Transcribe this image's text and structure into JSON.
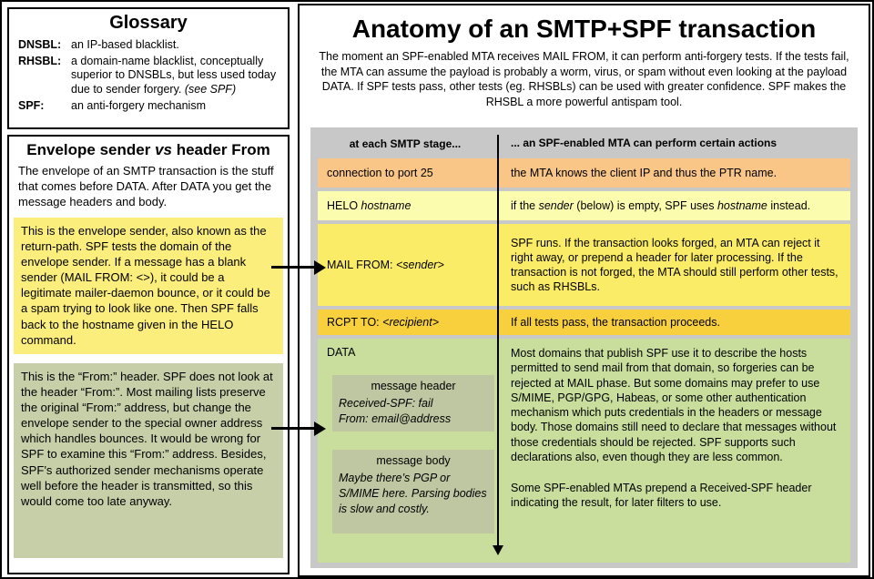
{
  "colors": {
    "table_bg": "#c8c8c8",
    "row_connection": "#f9c688",
    "row_helo": "#fcfcae",
    "row_mail": "#fbec67",
    "row_rcpt": "#f8d03e",
    "row_data": "#c9de9d",
    "msg_box": "#bec7a1",
    "note_yellow": "#fbee7d",
    "note_green": "#c6cfa8"
  },
  "glossary": {
    "title": "Glossary",
    "items": [
      {
        "term": "DNSBL:",
        "def": "an IP-based blacklist.",
        "note": ""
      },
      {
        "term": "RHSBL:",
        "def": "a domain-name blacklist, conceptually superior to DNSBLs, but less used today due to sender forgery.  ",
        "note": "(see SPF)"
      },
      {
        "term": "SPF:",
        "def": "an anti-forgery mechanism",
        "note": ""
      }
    ]
  },
  "envelope": {
    "title_pre": "Envelope sender ",
    "title_vs": "vs",
    "title_post": " header From",
    "intro": "The envelope of an SMTP transaction is the stuff that comes before DATA.  After DATA you get the message headers and body.",
    "note_sender": "This is the envelope sender, also known as the return-path.  SPF tests the domain of the envelope sender.  If a message has a blank sender (MAIL FROM: <>), it could be a legitimate mailer-daemon bounce, or it could be a spam trying to look like one. Then SPF falls back to the hostname given in the HELO command.",
    "note_from": "This is the “From:” header.  SPF does not look at the header “From:”.  Most mailing lists preserve the original “From:” address, but change the envelope sender to the special owner address which handles bounces.  It would be wrong for SPF to examine this “From:” address.  Besides, SPF’s authorized sender mechanisms operate well before the header is transmitted, so this would come too late anyway."
  },
  "panel": {
    "title": "Anatomy of an SMTP+SPF transaction",
    "intro": "The moment an SPF-enabled MTA receives MAIL FROM, it can perform anti-forgery tests. If the tests fail, the MTA can assume the payload is probably a worm, virus, or spam without even looking at the payload DATA.  If SPF tests pass, other tests (eg. RHSBLs) can be used with greater confidence.  SPF makes the RHSBL a more powerful antispam tool.",
    "header_left": "at each SMTP stage...",
    "header_right": "... an SPF-enabled MTA can perform certain actions",
    "rows": {
      "connection": {
        "stage": "connection to port 25",
        "action": "the MTA knows the client IP and thus the PTR name."
      },
      "helo": {
        "stage_pre": "HELO ",
        "stage_em": "hostname",
        "a1": "if the ",
        "a2": "sender",
        "a3": " (below) is empty, SPF uses ",
        "a4": "hostname",
        "a5": " instead."
      },
      "mail": {
        "stage_pre": "MAIL FROM: ",
        "stage_em": "<sender>",
        "action": "SPF runs.  If the transaction looks forged, an MTA can reject it right away, or prepend a header for later processing. If the transaction is not forged, the MTA should still perform other tests, such as RHSBLs."
      },
      "rcpt": {
        "stage_pre": "RCPT TO: ",
        "stage_em": "<recipient>",
        "action": "If all tests pass,  the transaction proceeds."
      },
      "data": {
        "stage": "DATA",
        "action_p1": "Most domains that publish SPF use it to describe the hosts permitted to send mail from that domain, so forgeries can be rejected at MAIL phase.  But some domains may prefer to use S/MIME, PGP/GPG, Habeas, or some other authentication mechanism which puts credentials in the headers or message body.  Those domains still need to declare that messages without those credentials should be rejected.  SPF supports such declarations also, even though they are less common.",
        "action_p2": "Some SPF-enabled MTAs prepend a Received-SPF header indicating the result, for later filters to use.",
        "msg_header": {
          "label": "message header",
          "line1": "Received-SPF: fail",
          "line2": "From: email@address"
        },
        "msg_body": {
          "label": "message body",
          "text": "Maybe there’s PGP or S/MIME here.  Parsing bodies is slow and costly."
        }
      }
    }
  }
}
